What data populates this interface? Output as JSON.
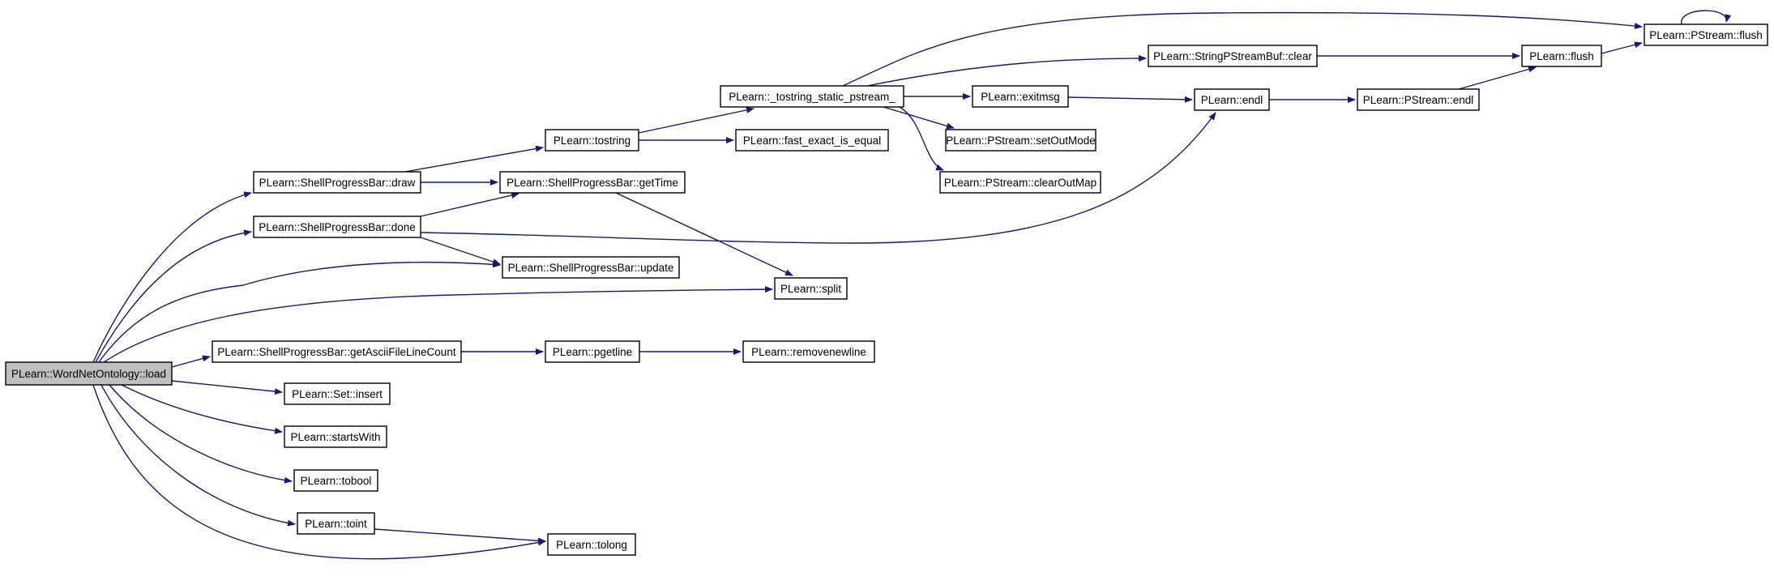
{
  "graph": {
    "edge_color": "#191970",
    "root_fill": "#bfbfbf",
    "nodes": [
      {
        "id": "root",
        "label": "PLearn::WordNetOntology::load",
        "root": true
      },
      {
        "id": "draw",
        "label": "PLearn::ShellProgressBar::draw"
      },
      {
        "id": "done",
        "label": "PLearn::ShellProgressBar::done"
      },
      {
        "id": "getAscii",
        "label": "PLearn::ShellProgressBar::getAsciiFileLineCount"
      },
      {
        "id": "setInsert",
        "label": "PLearn::Set::insert"
      },
      {
        "id": "startsWith",
        "label": "PLearn::startsWith"
      },
      {
        "id": "tobool",
        "label": "PLearn::tobool"
      },
      {
        "id": "toint",
        "label": "PLearn::toint"
      },
      {
        "id": "tostring",
        "label": "PLearn::tostring"
      },
      {
        "id": "getTime",
        "label": "PLearn::ShellProgressBar::getTime"
      },
      {
        "id": "update",
        "label": "PLearn::ShellProgressBar::update"
      },
      {
        "id": "split",
        "label": "PLearn::split"
      },
      {
        "id": "pgetline",
        "label": "PLearn::pgetline"
      },
      {
        "id": "tolong",
        "label": "PLearn::tolong"
      },
      {
        "id": "tostringStatic",
        "label": "PLearn::_tostring_static_pstream_"
      },
      {
        "id": "fastExact",
        "label": "PLearn::fast_exact_is_equal"
      },
      {
        "id": "removenewline",
        "label": "PLearn::removenewline"
      },
      {
        "id": "sbufClear",
        "label": "PLearn::StringPStreamBuf::clear"
      },
      {
        "id": "exitmsg",
        "label": "PLearn::exitmsg"
      },
      {
        "id": "setOutMode",
        "label": "PLearn::PStream::setOutMode"
      },
      {
        "id": "clearOutMap",
        "label": "PLearn::PStream::clearOutMap"
      },
      {
        "id": "endl",
        "label": "PLearn::endl"
      },
      {
        "id": "flush",
        "label": "PLearn::flush"
      },
      {
        "id": "pstreamEndl",
        "label": "PLearn::PStream::endl"
      },
      {
        "id": "pstreamFlush",
        "label": "PLearn::PStream::flush"
      }
    ],
    "edges": [
      {
        "from": "root",
        "to": "draw"
      },
      {
        "from": "root",
        "to": "done"
      },
      {
        "from": "root",
        "to": "update"
      },
      {
        "from": "root",
        "to": "split"
      },
      {
        "from": "root",
        "to": "getAscii"
      },
      {
        "from": "root",
        "to": "setInsert"
      },
      {
        "from": "root",
        "to": "startsWith"
      },
      {
        "from": "root",
        "to": "tobool"
      },
      {
        "from": "root",
        "to": "toint"
      },
      {
        "from": "root",
        "to": "tolong"
      },
      {
        "from": "draw",
        "to": "tostring"
      },
      {
        "from": "draw",
        "to": "getTime"
      },
      {
        "from": "done",
        "to": "getTime"
      },
      {
        "from": "done",
        "to": "update"
      },
      {
        "from": "done",
        "to": "endl"
      },
      {
        "from": "getTime",
        "to": "split"
      },
      {
        "from": "getAscii",
        "to": "pgetline"
      },
      {
        "from": "toint",
        "to": "tolong"
      },
      {
        "from": "tostring",
        "to": "tostringStatic"
      },
      {
        "from": "tostring",
        "to": "fastExact"
      },
      {
        "from": "pgetline",
        "to": "removenewline"
      },
      {
        "from": "tostringStatic",
        "to": "pstreamFlush"
      },
      {
        "from": "tostringStatic",
        "to": "sbufClear"
      },
      {
        "from": "tostringStatic",
        "to": "exitmsg"
      },
      {
        "from": "tostringStatic",
        "to": "setOutMode"
      },
      {
        "from": "tostringStatic",
        "to": "clearOutMap"
      },
      {
        "from": "sbufClear",
        "to": "flush"
      },
      {
        "from": "exitmsg",
        "to": "endl"
      },
      {
        "from": "endl",
        "to": "pstreamEndl"
      },
      {
        "from": "pstreamEndl",
        "to": "flush"
      },
      {
        "from": "flush",
        "to": "pstreamFlush"
      },
      {
        "from": "pstreamFlush",
        "to": "pstreamFlush"
      }
    ]
  }
}
